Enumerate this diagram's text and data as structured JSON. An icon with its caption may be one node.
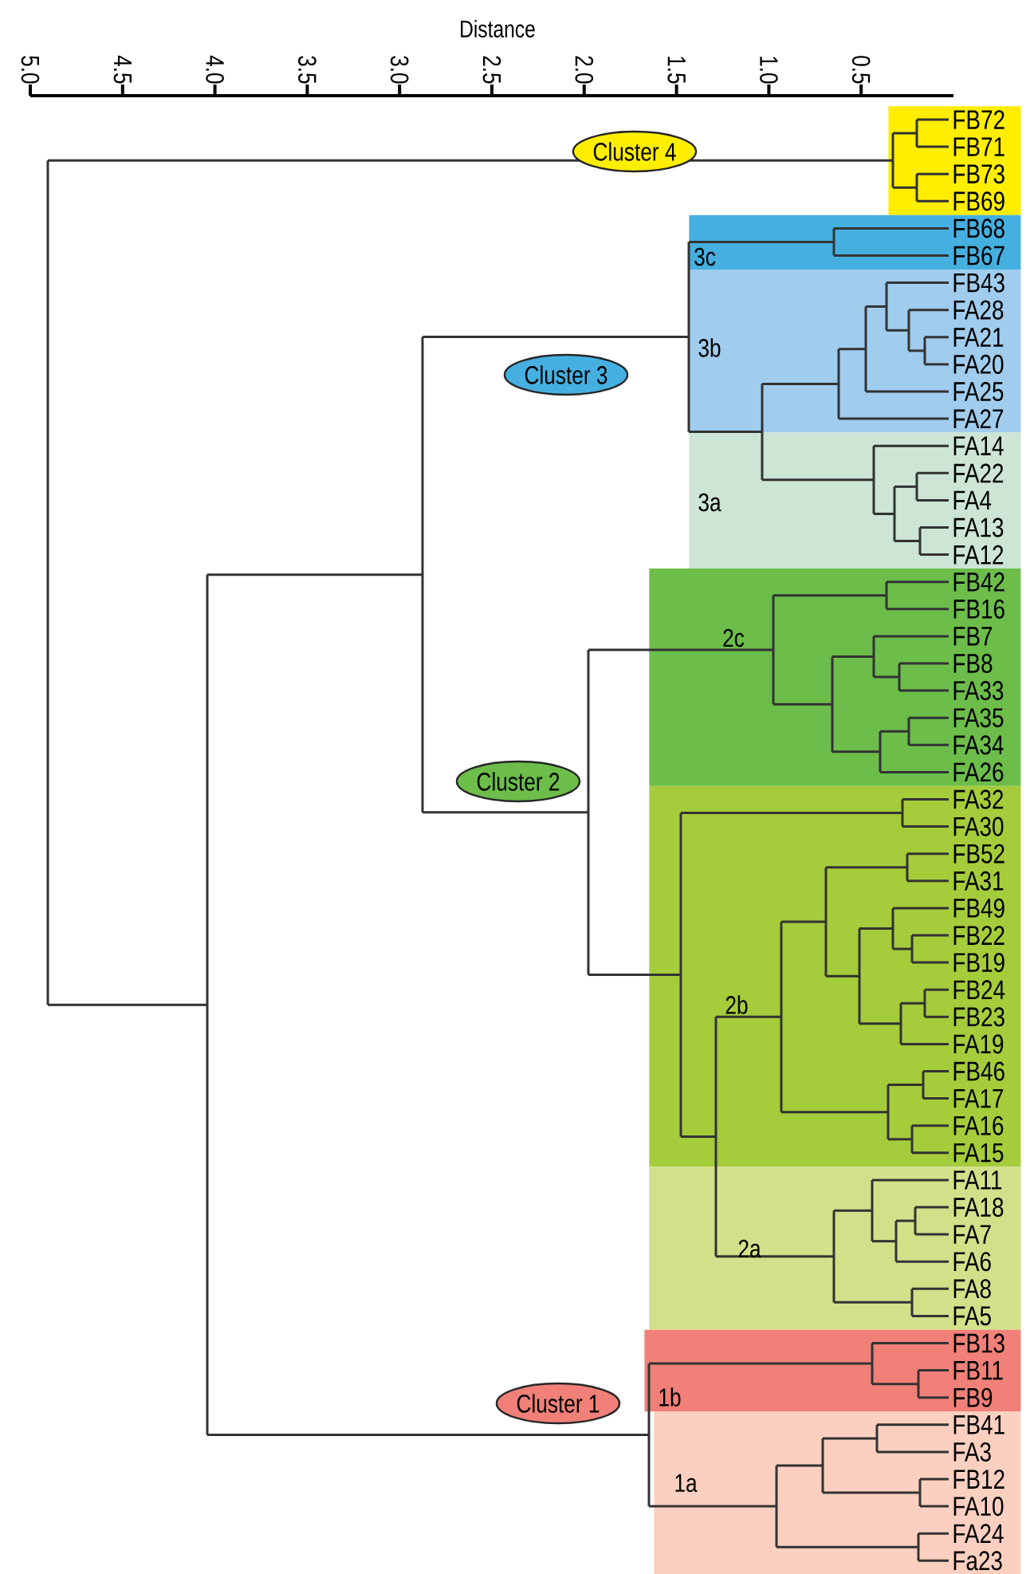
{
  "diagram": {
    "nodes": [
      {
        "text": [
          "FB72",
          "FB71",
          "FB73",
          "FB69"
        ]
      },
      {
        "text": [
          "Cluster 4"
        ]
      },
      {
        "text": [
          "3c",
          "FB68",
          "FB67"
        ]
      },
      {
        "text": [
          "3b",
          "FB43",
          "FA28",
          "FA21",
          "FA20",
          "FA25",
          "FA27"
        ]
      },
      {
        "text": [
          "Cluster 3"
        ]
      },
      {
        "text": [
          "3a",
          "FA14",
          "FA22",
          "FA4",
          "FA13",
          "FA12"
        ]
      },
      {
        "text": [
          "2c",
          "FB42",
          "FB16",
          "FB7",
          "FB8",
          "FA33",
          "FA35",
          "FA34",
          "FA26"
        ]
      },
      {
        "text": [
          "Cluster 2"
        ]
      },
      {
        "text": [
          "2b",
          "FA32",
          "FA30",
          "FB52",
          "FA31",
          "FB49",
          "FB22",
          "FB19",
          "FB24",
          "FB23",
          "FA19",
          "FB46",
          "FA17",
          "FA16",
          "FA15"
        ]
      },
      {
        "text": [
          "2a",
          "FA11",
          "FA18",
          "FA7",
          "FA6",
          "FA8",
          "FA5"
        ]
      },
      {
        "text": [
          "1b",
          "FB13",
          "FB11",
          "FB9"
        ]
      },
      {
        "text": [
          "Cluster 1"
        ]
      },
      {
        "text": [
          "1a",
          "FB41",
          "FA3",
          "FB12",
          "FA10",
          "FA24",
          "Fa23"
        ]
      }
    ],
    "labels": [
      "Distance",
      "5.0",
      "4.5",
      "4.0",
      "3.5",
      "3.0",
      "2.5",
      "2.0",
      "1.5",
      "1.0",
      "0.5"
    ]
  }
}
